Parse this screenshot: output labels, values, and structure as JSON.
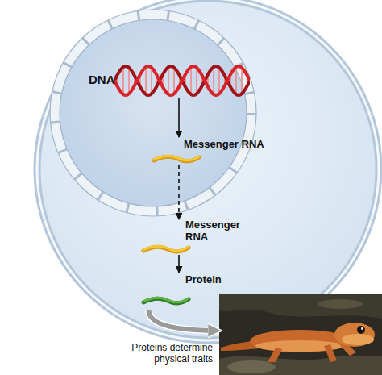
{
  "diagram": {
    "nodes": [
      {
        "text": [
          "DNA"
        ]
      },
      {
        "text": [
          "Messenger RNA"
        ]
      },
      {
        "text": [
          "Messenger RNA"
        ]
      },
      {
        "text": [
          "Protein"
        ]
      },
      {
        "text": [
          "Proteins determine physical traits"
        ]
      }
    ],
    "edges": [
      {
        "from": 0,
        "to": 1,
        "arrow": "to"
      },
      {
        "from": 1,
        "to": 2,
        "arrow": "to"
      },
      {
        "from": 2,
        "to": 3,
        "arrow": "to"
      },
      {
        "from": 3,
        "to": 4,
        "arrow": "to"
      }
    ]
  }
}
